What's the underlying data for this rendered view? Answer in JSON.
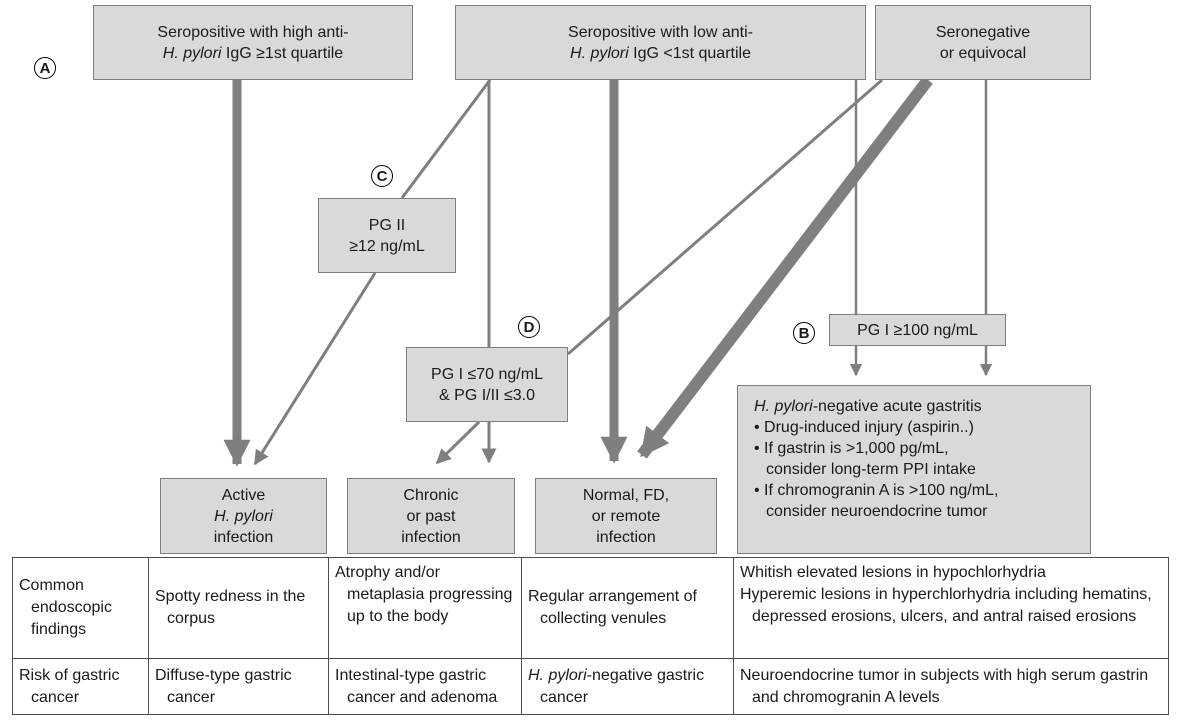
{
  "labels": {
    "a": "A",
    "b": "B",
    "c": "C",
    "d": "D"
  },
  "top_boxes": {
    "high": {
      "line1": "Seropositive with high anti-",
      "line2_italic": "H. pylori",
      "line2_rest": " IgG ≥1st quartile"
    },
    "low": {
      "line1": "Seropositive with low anti-",
      "line2_italic": "H. pylori",
      "line2_rest": " IgG <1st quartile"
    },
    "neg": {
      "line1": "Seronegative",
      "line2": "or equivocal"
    }
  },
  "criteria": {
    "pg2": {
      "line1": "PG II",
      "line2": "≥12 ng/mL"
    },
    "pg1_ratio": {
      "line1": "PG I ≤70 ng/mL",
      "line2": "& PG I/II ≤3.0"
    },
    "pg1_high": {
      "text": "PG I ≥100 ng/mL"
    }
  },
  "outcomes": {
    "active": {
      "line1": "Active",
      "line2_italic": "H. pylori",
      "line3": "infection"
    },
    "chronic": {
      "line1": "Chronic",
      "line2": "or past",
      "line3": "infection"
    },
    "normal": {
      "line1": "Normal, FD,",
      "line2": "or remote",
      "line3": "infection"
    },
    "negative": {
      "title_italic": "H. pylori",
      "title_rest": "-negative acute gastritis",
      "bullet1": "Drug-induced injury (aspirin..)",
      "bullet2_line1": "If gastrin is >1,000 pg/mL,",
      "bullet2_line2": "consider long-term PPI intake",
      "bullet3_line1": "If chromogranin A is >100 ng/mL,",
      "bullet3_line2": "consider neuroendocrine tumor"
    }
  },
  "table": {
    "row1": {
      "header": "Common endoscopic findings",
      "active": "Spotty redness in the corpus",
      "chronic": "Atrophy and/or metaplasia progressing up to the body",
      "normal": "Regular arrangement of collecting venules",
      "negative_line1": "Whitish elevated lesions in hypochlorhydria",
      "negative_line2": "Hyperemic lesions in hyperchlorhydria including hematins, depressed erosions, ulcers, and antral raised erosions"
    },
    "row2": {
      "header": "Risk of gastric cancer",
      "active": "Diffuse-type gastric cancer",
      "chronic": "Intestinal-type gastric cancer and adenoma",
      "normal_italic": "H. pylori",
      "normal_rest": "-negative gastric cancer",
      "negative": "Neuroendocrine tumor in subjects with high serum gastrin and chromogranin A levels"
    }
  },
  "colors": {
    "box_fill": "#d9d9d9",
    "arrow": "#7f7f7f",
    "border": "#7f7f7f"
  }
}
